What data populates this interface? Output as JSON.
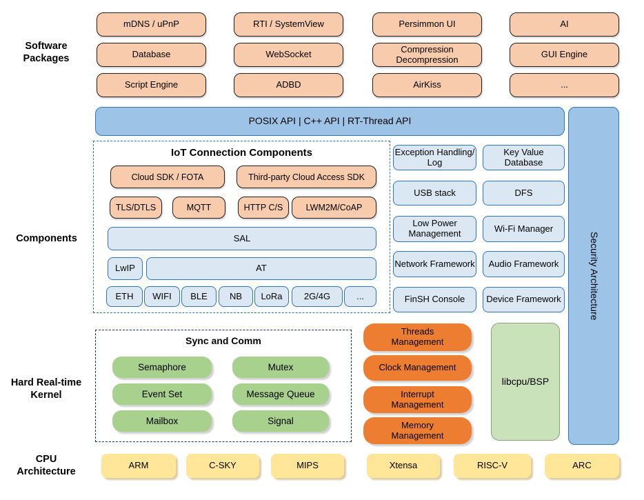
{
  "side_labels": {
    "software": "Software Packages",
    "components": "Components",
    "kernel": "Hard Real-time Kernel",
    "cpu": "CPU Architecture"
  },
  "packages": {
    "items": [
      "mDNS / uPnP",
      "RTI / SystemView",
      "Persimmon UI",
      "AI",
      "Database",
      "WebSocket",
      "Compression Decompression",
      "GUI Engine",
      "Script Engine",
      "ADBD",
      "AirKiss",
      "..."
    ]
  },
  "api_bar": {
    "label": "POSIX API  |  C++ API  |  RT-Thread API"
  },
  "security_bar": {
    "label": "Security Architecture"
  },
  "iot": {
    "title": "IoT Connection Components",
    "sdk_row": [
      "Cloud SDK / FOTA",
      "Third-party Cloud Access SDK"
    ],
    "proto_row": [
      "TLS/DTLS",
      "MQTT",
      "HTTP C/S",
      "LWM2M/CoAP"
    ],
    "sal": "SAL",
    "lwip": "LwIP",
    "at": "AT",
    "links": [
      "ETH",
      "WIFI",
      "BLE",
      "NB",
      "LoRa",
      "2G/4G",
      "..."
    ]
  },
  "services": {
    "items": [
      "Exception Handling/ Log",
      "Key Value Database",
      "USB stack",
      "DFS",
      "Low Power Management",
      "Wi-Fi Manager",
      "Network Framework",
      "Audio Framework",
      "FinSH Console",
      "Device Framework"
    ]
  },
  "kernel": {
    "sync_title": "Sync and Comm",
    "sync_items": [
      "Semaphore",
      "Mutex",
      "Event Set",
      "Message Queue",
      "Mailbox",
      "Signal"
    ],
    "mgmt_items": [
      "Threads Management",
      "Clock Management",
      "Interrupt Management",
      "Memory Management"
    ],
    "libcpu": "libcpu/BSP"
  },
  "cpu_archs": {
    "items": [
      "ARM",
      "C-SKY",
      "MIPS",
      "Xtensa",
      "RISC-V",
      "ARC"
    ]
  },
  "colors": {
    "package_fill": "#f8cbad",
    "api_fill": "#9dc3e6",
    "component_fill": "#dbe8f4",
    "component_border": "#2e75b6",
    "ipc_fill": "#a9d18e",
    "mgmt_fill": "#ed7d31",
    "libcpu_fill": "#c9e2ba",
    "cpu_fill": "#ffe699"
  }
}
